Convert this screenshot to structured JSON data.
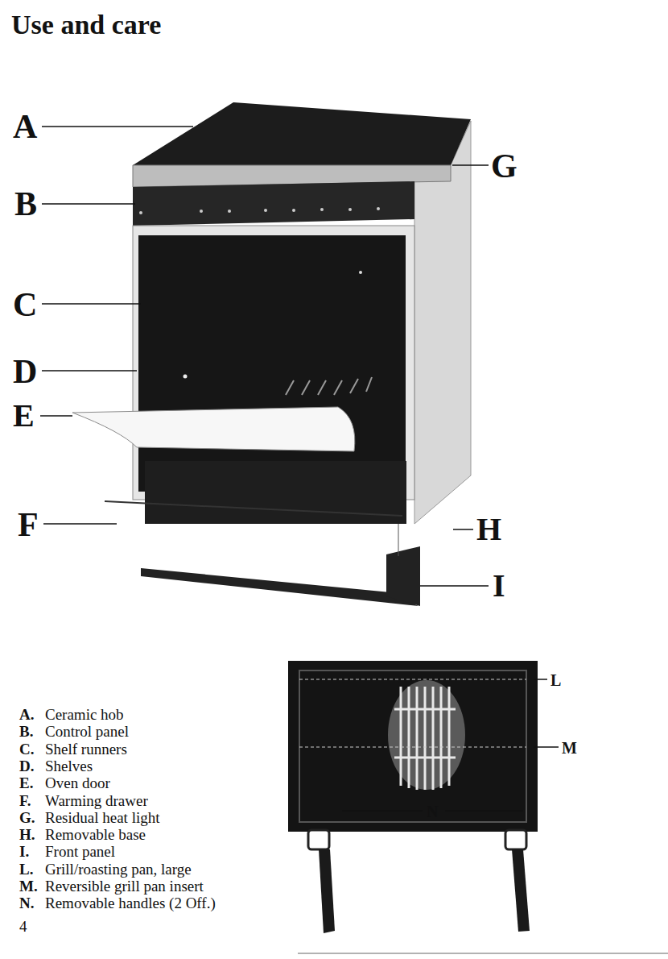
{
  "diagram": {
    "title": "Use and care",
    "labels": [
      "A",
      "G",
      "B",
      "C",
      "D",
      "E",
      "F",
      "H",
      "I",
      "L",
      "M",
      "N",
      "A.",
      "Ceramic hob",
      "B.",
      "Control panel",
      "C.",
      "Shelf runners",
      "D.",
      "Shelves",
      "E.",
      "Oven door",
      "F.",
      "Warming drawer",
      "G.",
      "Residual heat light",
      "H.",
      "Removable base",
      "I.",
      "Front panel",
      "L.",
      "Grill/roasting pan, large",
      "M.",
      "Reversible grill pan insert",
      "N.",
      "Removable handles (2 Off.)",
      "4"
    ]
  }
}
